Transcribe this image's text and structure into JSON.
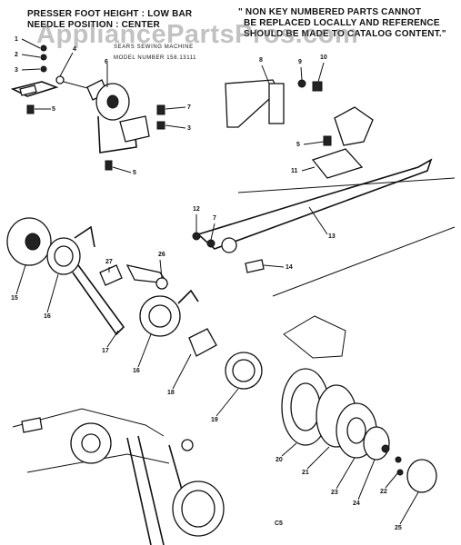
{
  "header": {
    "left_line1": "PRESSER FOOT HEIGHT : LOW BAR",
    "left_line2": "NEEDLE POSITION : CENTER",
    "left_line3": "SEARS SEWING MACHINE",
    "model_line": "MODEL NUMBER 158.13111",
    "right_line1": "\" NON KEY NUMBERED PARTS CANNOT",
    "right_line2": "BE REPLACED LOCALLY AND REFERENCE",
    "right_line3": "SHOULD BE MADE TO CATALOG CONTENT.\""
  },
  "watermark": "AppliancePartsPros.com",
  "footer_code": "C5",
  "callouts": {
    "p1": "1",
    "p2": "2",
    "p3": "3",
    "p4": "4",
    "p5a": "5",
    "p5b": "5",
    "p6": "6",
    "p7a": "7",
    "p3b": "3",
    "p8": "8",
    "p9": "9",
    "p10": "10",
    "p5c": "5",
    "p11": "11",
    "p12": "12",
    "p7b": "7",
    "p13": "13",
    "p14": "14",
    "p26": "26",
    "p27": "27",
    "p15": "15",
    "p16a": "16",
    "p17": "17",
    "p16b": "16",
    "p18": "18",
    "p19": "19",
    "p20": "20",
    "p21": "21",
    "p23": "23",
    "p24": "24",
    "p22": "22",
    "p25": "25"
  }
}
